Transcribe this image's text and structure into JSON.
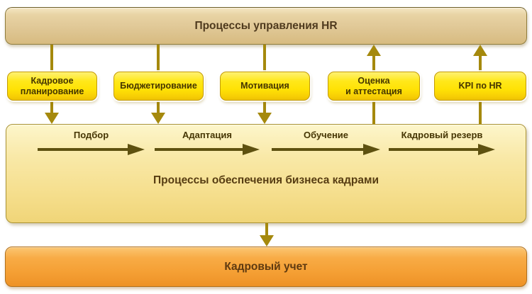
{
  "diagram": {
    "top_bar": {
      "label": "Процессы управления HR"
    },
    "hr_boxes": [
      {
        "label": "Кадровое\nпланирование",
        "arrow_direction": "down"
      },
      {
        "label": "Бюджетирование",
        "arrow_direction": "down"
      },
      {
        "label": "Мотивация",
        "arrow_direction": "down"
      },
      {
        "label": "Оценка\nи аттестация",
        "arrow_direction": "up"
      },
      {
        "label": "KPI по HR",
        "arrow_direction": "up"
      }
    ],
    "staffing_box": {
      "title": "Процессы обеспечения бизнеса кадрами",
      "stages": [
        {
          "label": "Подбор"
        },
        {
          "label": "Адаптация"
        },
        {
          "label": "Обучение"
        },
        {
          "label": "Кадровый резерв"
        }
      ]
    },
    "bottom_bar": {
      "label": "Кадровый учет"
    },
    "colors": {
      "top_bar_fill": "#e0c896",
      "yellow_box_fill": "#ffe205",
      "staffing_box_fill": "#f8e9a6",
      "bottom_bar_fill": "#f5a035",
      "connector_gold": "#a5890d",
      "stage_arrow_dark": "#5e5110",
      "text_dark_brown": "#4f3a1e"
    }
  }
}
